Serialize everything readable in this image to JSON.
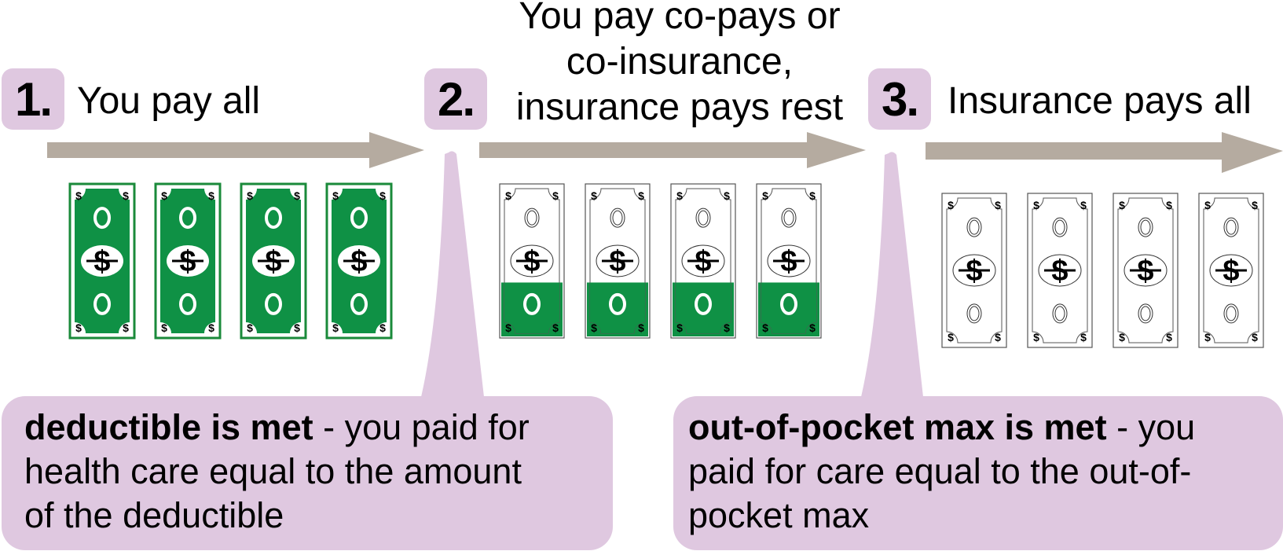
{
  "colors": {
    "badge_bg": "#dfc8e0",
    "arrow": "#b5aba0",
    "bill_green": "#0f9145",
    "bill_border_green": "#1a8a3a",
    "bill_outline": "#555555",
    "callout_bg": "#dfc8e0"
  },
  "steps": [
    {
      "number": "1.",
      "label": "You pay all",
      "bill_fill": "full"
    },
    {
      "number": "2.",
      "label_lines": [
        "You pay co-pays or",
        "co-insurance,",
        "insurance pays rest"
      ],
      "bill_fill": "partial"
    },
    {
      "number": "3.",
      "label": "Insurance pays all",
      "bill_fill": "none"
    }
  ],
  "bill_icon": "dollar-bill-icon",
  "bill_symbol": "$",
  "bills_per_step": 4,
  "callouts": [
    {
      "bold": "deductible is met",
      "rest_lines": [
        " - you paid for",
        "health care equal to the amount",
        "of the deductible"
      ]
    },
    {
      "bold": "out-of-pocket max is met",
      "rest_lines": [
        " - you",
        "paid for care equal to the out-of-",
        "pocket max"
      ]
    }
  ]
}
